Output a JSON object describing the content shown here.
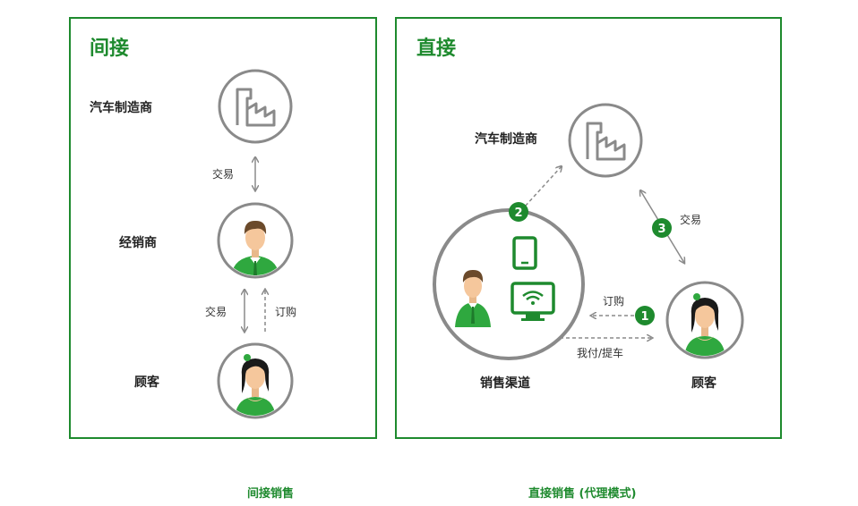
{
  "indirect": {
    "title": "间接",
    "manufacturer_label": "汽车制造商",
    "dealer_label": "经销商",
    "customer_label": "顾客",
    "trade_label_1": "交易",
    "trade_label_2": "交易",
    "order_label": "订购",
    "caption": "间接销售"
  },
  "direct": {
    "title": "直接",
    "manufacturer_label": "汽车制造商",
    "channel_label": "销售渠道",
    "customer_label": "顾客",
    "trade_label": "交易",
    "order_label": "订购",
    "pay_pickup_label": "我付/提车",
    "step_1": "1",
    "step_2": "2",
    "step_3": "3",
    "caption": "直接销售 (代理模式)"
  },
  "colors": {
    "green": "#1e8a2e",
    "gray": "#8a8a8a",
    "skin": "#f5c79c",
    "hair": "#6b4a2b"
  },
  "icons": [
    "factory-icon",
    "man-avatar-icon",
    "woman-avatar-icon",
    "tablet-icon",
    "monitor-wifi-icon"
  ]
}
